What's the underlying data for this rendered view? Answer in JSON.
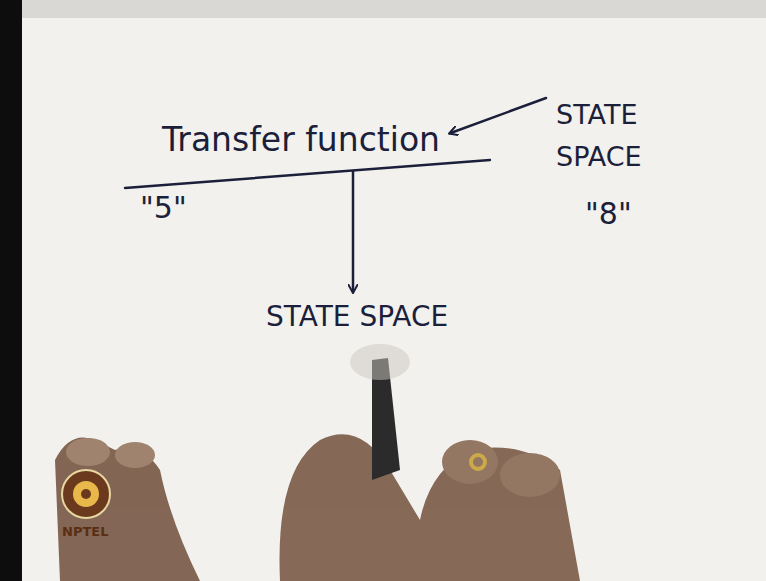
{
  "diagram": {
    "nodes": [
      {
        "text": [
          "Transfer function"
        ]
      },
      {
        "text": [
          "STATE SPACE"
        ]
      },
      {
        "text": [
          "STATE SPACE"
        ]
      }
    ],
    "edges": [
      {
        "from": 1,
        "to": 0,
        "arrow": "to"
      },
      {
        "from": 0,
        "to": 2,
        "arrow": "to"
      }
    ],
    "labels": [
      "\"5\"",
      "\"8\"",
      "NPTEL"
    ]
  }
}
